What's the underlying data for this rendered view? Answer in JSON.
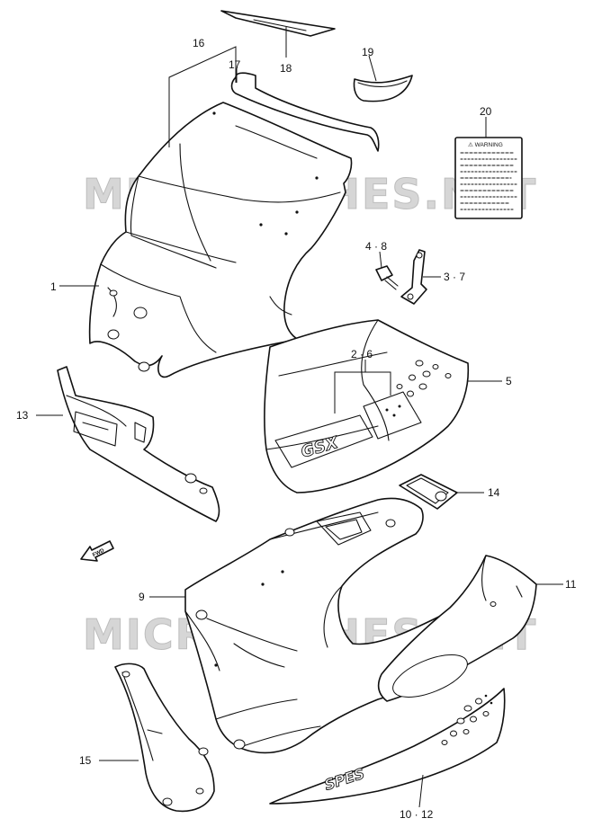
{
  "watermark": "MICROFICHES.NET",
  "fwd_label": "FWD",
  "decal_20": {
    "heading": "⚠ WARNING"
  },
  "decal_2_6": {
    "text": "GSX"
  },
  "decal_10_12": {
    "text": "SPES"
  },
  "callouts": {
    "c1": "1",
    "c2_6": "2 · 6",
    "c3_7": "3 · 7",
    "c4_8": "4 · 8",
    "c5": "5",
    "c9": "9",
    "c10_12": "10 · 12",
    "c11": "11",
    "c13": "13",
    "c14": "14",
    "c15": "15",
    "c16": "16",
    "c17": "17",
    "c18": "18",
    "c19": "19",
    "c20": "20"
  }
}
